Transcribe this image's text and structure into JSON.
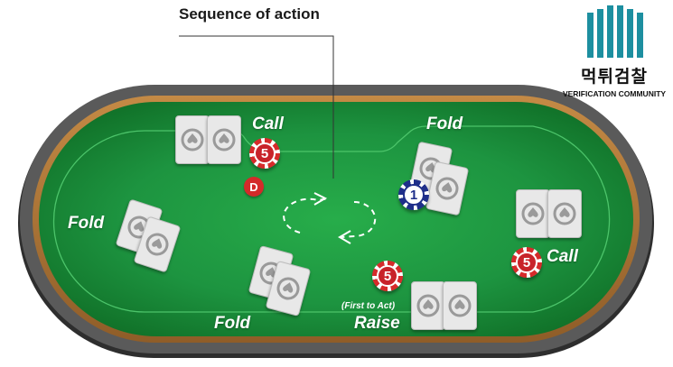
{
  "title": "Sequence of action",
  "logo": {
    "name_korean": "먹튀검찰",
    "name_english": "VERIFICATION COMMUNITY"
  },
  "actions": {
    "top_left": "Call",
    "top_right": "Fold",
    "left": "Fold",
    "bottom_center": "Fold",
    "bottom_right": "Raise",
    "bottom_right_note": "(First to Act)",
    "right": "Call"
  },
  "chips": {
    "top_left": "5",
    "center_right": "1",
    "bottom_right": "5",
    "right": "5"
  },
  "dealer_button": "D",
  "colors": {
    "felt": "#1f9a3f",
    "felt_dark": "#137a30",
    "rail": "#555555",
    "wood": "#b07a3a",
    "logo_teal": "#1d8fa0",
    "chip_red": "#c8232a",
    "chip_blue": "#1f2f8a"
  },
  "icons": [
    "spade-card-icon",
    "clockwise-arrow-icon",
    "logo-bars-icon"
  ]
}
